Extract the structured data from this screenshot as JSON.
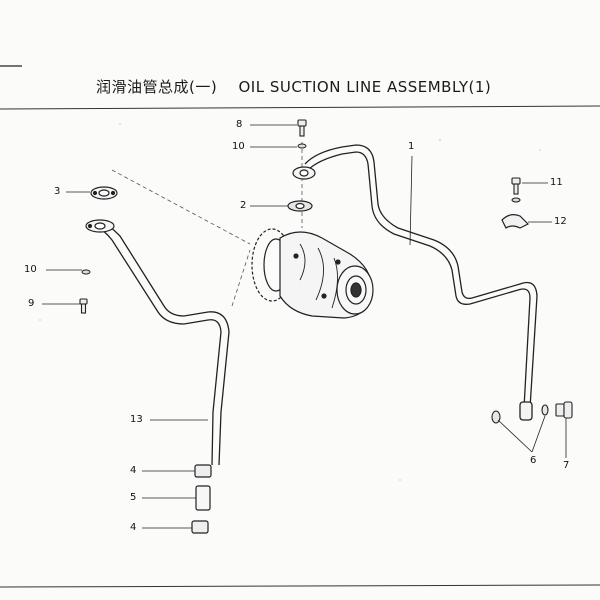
{
  "title": {
    "zh": "润滑油管总成(一)",
    "en": "OIL  SUCTION  LINE ASSEMBLY(1)"
  },
  "callouts": [
    {
      "id": "c8",
      "text": "8"
    },
    {
      "id": "c10a",
      "text": "10"
    },
    {
      "id": "c1",
      "text": "1"
    },
    {
      "id": "c3",
      "text": "3"
    },
    {
      "id": "c2",
      "text": "2"
    },
    {
      "id": "c11",
      "text": "11"
    },
    {
      "id": "c12",
      "text": "12"
    },
    {
      "id": "c10b",
      "text": "10"
    },
    {
      "id": "c9",
      "text": "9"
    },
    {
      "id": "c13",
      "text": "13"
    },
    {
      "id": "c4a",
      "text": "4"
    },
    {
      "id": "c5",
      "text": "5"
    },
    {
      "id": "c4b",
      "text": "4"
    },
    {
      "id": "c6",
      "text": "6"
    },
    {
      "id": "c7",
      "text": "7"
    }
  ],
  "colors": {
    "ink": "#1b1b1b",
    "paper": "#fbfbfa"
  }
}
